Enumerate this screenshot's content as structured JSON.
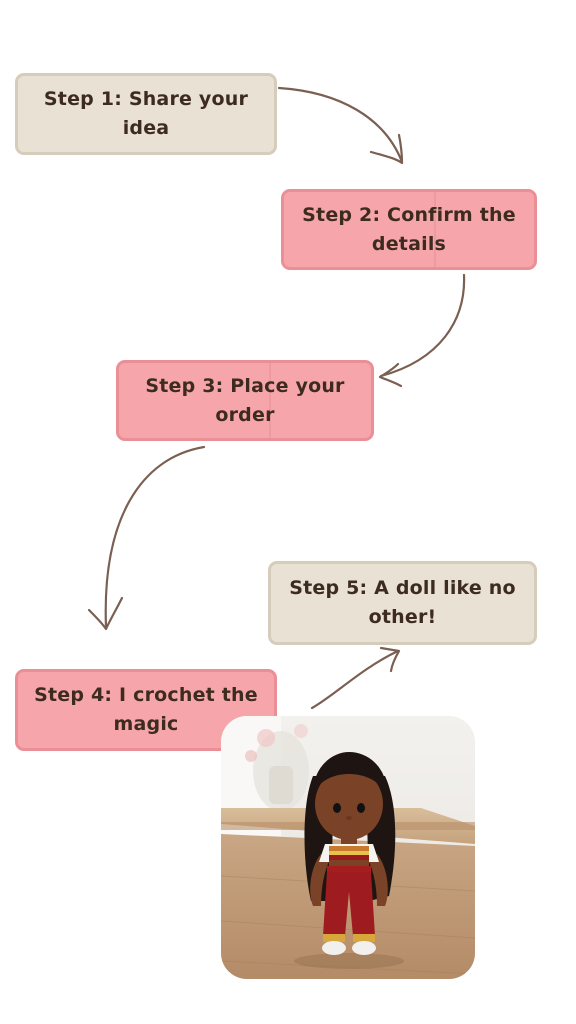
{
  "steps": [
    {
      "id": "step1",
      "label": "Step 1: Share your idea"
    },
    {
      "id": "step2",
      "label": "Step 2: Confirm the details"
    },
    {
      "id": "step3",
      "label": "Step 3: Place your order"
    },
    {
      "id": "step4",
      "label": "Step 4: I crochet the magic"
    },
    {
      "id": "step5",
      "label": "Step 5: A doll like no other!"
    }
  ],
  "colors": {
    "beige_box": "#e9e1d4",
    "pink_box": "#f6a6ab",
    "text": "#3d2b20",
    "arrow": "#7a5f52"
  },
  "photo": {
    "subject": "crochet-doll-photo"
  }
}
